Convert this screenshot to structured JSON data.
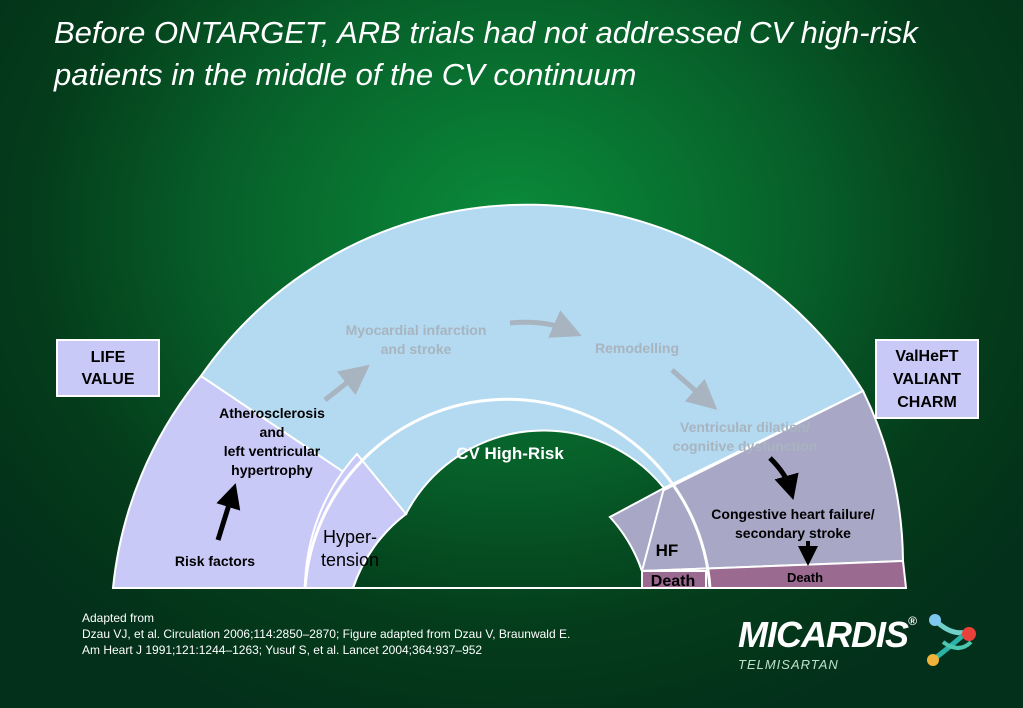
{
  "title": "Before ONTARGET, ARB trials had not addressed CV high-risk patients in the middle of the CV continuum",
  "left_box": {
    "line1": "LIFE",
    "line2": "VALUE"
  },
  "right_box": {
    "line1": "ValHeFT",
    "line2": "VALIANT",
    "line3": "CHARM"
  },
  "stages": {
    "risk_factors": "Risk factors",
    "athero_1": "Atherosclerosis",
    "athero_2": "and",
    "athero_3": "left ventricular",
    "athero_4": "hypertrophy",
    "mi_1": "Myocardial infarction",
    "mi_2": "and stroke",
    "remodelling": "Remodelling",
    "vent_1": "Ventricular dilation/",
    "vent_2": "cognitive dysfunction",
    "chf_1": "Congestive heart failure/",
    "chf_2": "secondary stroke",
    "death_outer": "Death"
  },
  "inner": {
    "hyper_1": "Hyper-",
    "hyper_2": "tension",
    "cv_high_risk": "CV High-Risk",
    "hf": "HF",
    "death": "Death"
  },
  "reference": {
    "line1": "Adapted from",
    "line2": "Dzau VJ, et al. Circulation 2006;114:2850–2870; Figure adapted from Dzau V, Braunwald E.",
    "line3": "Am Heart J 1991;121:1244–1263; Yusuf S, et al. Lancet 2004;364:937–952"
  },
  "brand": {
    "name": "MICARDIS",
    "reg": "®",
    "sub": "TELMISARTAN"
  },
  "colors": {
    "lavender": "#c9c9f7",
    "light_blue": "#b3daf0",
    "gray_purple": "#a9a7c6",
    "mauve": "#9a6a90",
    "faded_text": "#a8b4bf"
  }
}
